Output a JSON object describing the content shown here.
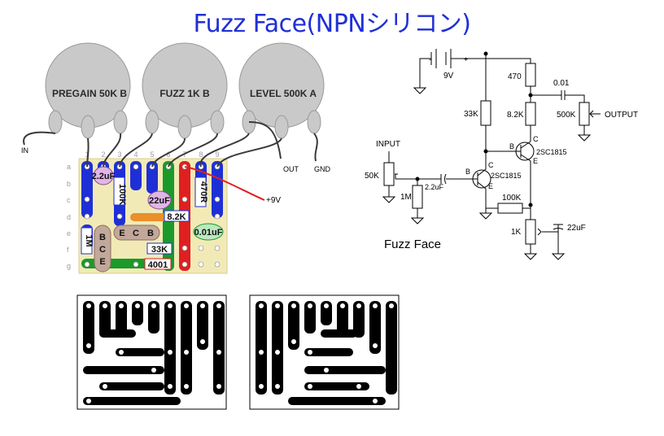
{
  "title": "Fuzz Face(NPNシリコン)",
  "wiring": {
    "pots": [
      "PREGAIN 50K B",
      "FUZZ 1K B",
      "LEVEL 500K A"
    ],
    "in": "IN",
    "out": "OUT",
    "gnd": "GND",
    "supply": "+9V",
    "col_numbers": [
      "1",
      "2",
      "3",
      "4",
      "5",
      "6",
      "7",
      "8",
      "9"
    ],
    "row_letters": [
      "a",
      "b",
      "c",
      "d",
      "e",
      "f",
      "g"
    ],
    "parts": {
      "c_2u2": "2.2uF",
      "r_100k": "100K",
      "c_22u": "22uF",
      "r_470": "470R",
      "r_8k2": "8.2K",
      "c_001": "0.01uF",
      "r_1m": "1M",
      "t1": [
        "B",
        "C",
        "E"
      ],
      "t2": [
        "E",
        "C",
        "B"
      ],
      "r_33k": "33K",
      "r_4001": "4001"
    }
  },
  "schematic": {
    "battery": "9V",
    "minus": "-",
    "plus": "+",
    "r470": "470",
    "c001": "0.01",
    "r33k": "33K",
    "r8k2": "8.2K",
    "r500k": "500K",
    "output": "OUTPUT",
    "input": "INPUT",
    "r50k": "50K",
    "c2u2": "2.2uF",
    "r1m": "1M",
    "r100k": "100K",
    "r1k": "1K",
    "c22u": "22uF",
    "tr_model": "2SC1815",
    "b": "B",
    "c": "C",
    "e": "E",
    "caption": "Fuzz Face"
  }
}
